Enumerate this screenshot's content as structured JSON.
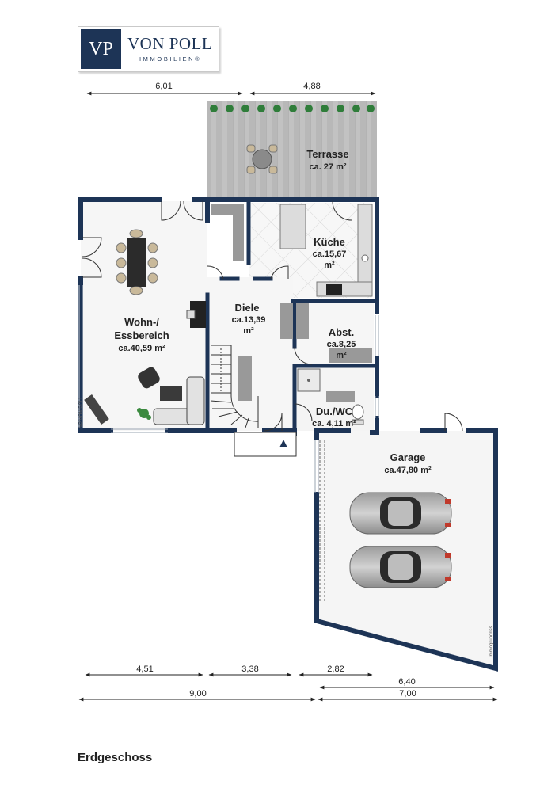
{
  "logo": {
    "initials": "VP",
    "name": "VON POLL",
    "subline": "IMMOBILIEN®"
  },
  "rooms": [
    {
      "id": "terrasse",
      "name": "Terrasse",
      "area": "ca. 27 m²"
    },
    {
      "id": "kueche",
      "name": "Küche",
      "area_lines": [
        "ca.15,67",
        "m²"
      ]
    },
    {
      "id": "wohn",
      "name_lines": [
        "Wohn-/",
        "Essbereich"
      ],
      "area": "ca.40,59 m²"
    },
    {
      "id": "diele",
      "name": "Diele",
      "area_lines": [
        "ca.13,39",
        "m²"
      ]
    },
    {
      "id": "abst",
      "name": "Abst.",
      "area_lines": [
        "ca.8,25",
        "m²"
      ]
    },
    {
      "id": "wc",
      "name": "Du./WC",
      "area": "ca. 4,11 m²"
    },
    {
      "id": "garage",
      "name": "Garage",
      "area": "ca.47,80 m²"
    }
  ],
  "dimensions": {
    "top": [
      "6,01",
      "4,88"
    ],
    "bottom_row1": [
      "4,51",
      "3,38",
      "2,82"
    ],
    "bottom_row2": [
      "6,40"
    ],
    "bottom_row3": [
      "9,00",
      "7,00"
    ]
  },
  "side_marks": {
    "left": "VP VON POLL",
    "right": "Immogrundriss"
  },
  "floor_title": "Erdgeschoss",
  "colors": {
    "wall": "#1d3456",
    "brand": "#1d3456",
    "terrace": "#b9b9b9",
    "floor": "#f5f5f5"
  }
}
